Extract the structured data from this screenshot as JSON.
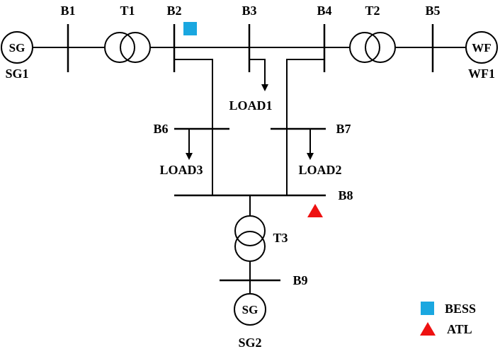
{
  "buses": {
    "b1": "B1",
    "b2": "B2",
    "b3": "B3",
    "b4": "B4",
    "b5": "B5",
    "b6": "B6",
    "b7": "B7",
    "b8": "B8",
    "b9": "B9"
  },
  "transformers": {
    "t1": "T1",
    "t2": "T2",
    "t3": "T3"
  },
  "generators": {
    "sg1_symbol": "SG",
    "sg1_name": "SG1",
    "wf_symbol": "WF",
    "wf_name": "WF1",
    "sg2_symbol": "SG",
    "sg2_name": "SG2"
  },
  "loads": {
    "load1": "LOAD1",
    "load2": "LOAD2",
    "load3": "LOAD3"
  },
  "legend": {
    "bess": "BESS",
    "atl": "ATL"
  },
  "colors": {
    "bess": "#1aa7e0",
    "atl": "#ee1111",
    "line": "#000000"
  }
}
